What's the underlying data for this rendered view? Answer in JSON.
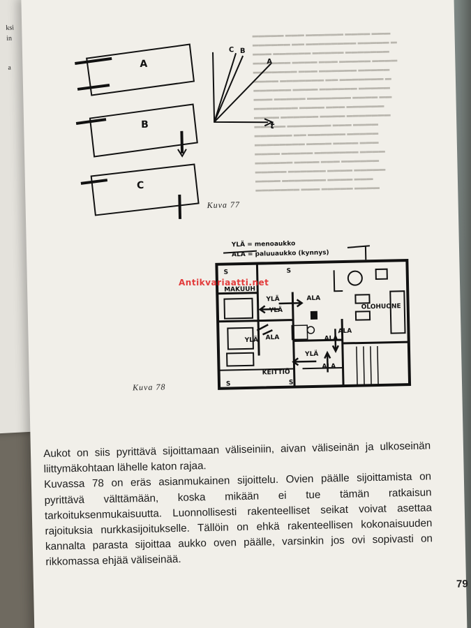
{
  "left_page": {
    "fragments": [
      "ksi",
      "in",
      "a"
    ]
  },
  "figure77": {
    "panels": [
      "A",
      "B",
      "C"
    ],
    "graph": {
      "curves": [
        "C",
        "B",
        "A"
      ],
      "axis_label": "t"
    },
    "caption": "Kuva 77"
  },
  "figure78": {
    "legend": [
      "YLÄ = menoaukko",
      "ALA = paluuaukko (kynnys)"
    ],
    "rooms": [
      "MAKUUH",
      "OLOHUONE",
      "KEITTIÖ"
    ],
    "arrows": [
      "YLÄ",
      "ALA",
      "YLÄ",
      "ALA",
      "YLÄ",
      "ALA",
      "ALA",
      "YLÄ",
      "ALA"
    ],
    "marks": [
      "S",
      "S",
      "S",
      "S"
    ],
    "caption": "Kuva 78"
  },
  "watermark": "Antikvariaatti.net",
  "body_text": {
    "paragraph1": "Aukot on siis pyrittävä sijoittamaan väliseiniin, aivan väliseinän ja ulkoseinän liittymäkohtaan lähelle katon rajaa.",
    "paragraph2": "Kuvassa 78 on eräs asianmukainen sijoittelu. Ovien päälle sijoittamista on pyrittävä välttämään, koska mikään ei tue tämän ratkaisun tarkoituksenmukaisuutta. Luonnollisesti rakenteelliset seikat voivat asettaa rajoituksia nurkkasijoitukselle. Tällöin on ehkä rakenteellisen kokonaisuuden kannalta parasta sijoittaa aukko oven päälle, varsinkin jos ovi sopivasti on rikkomassa ehjää väliseinää."
  },
  "page_number": "79"
}
